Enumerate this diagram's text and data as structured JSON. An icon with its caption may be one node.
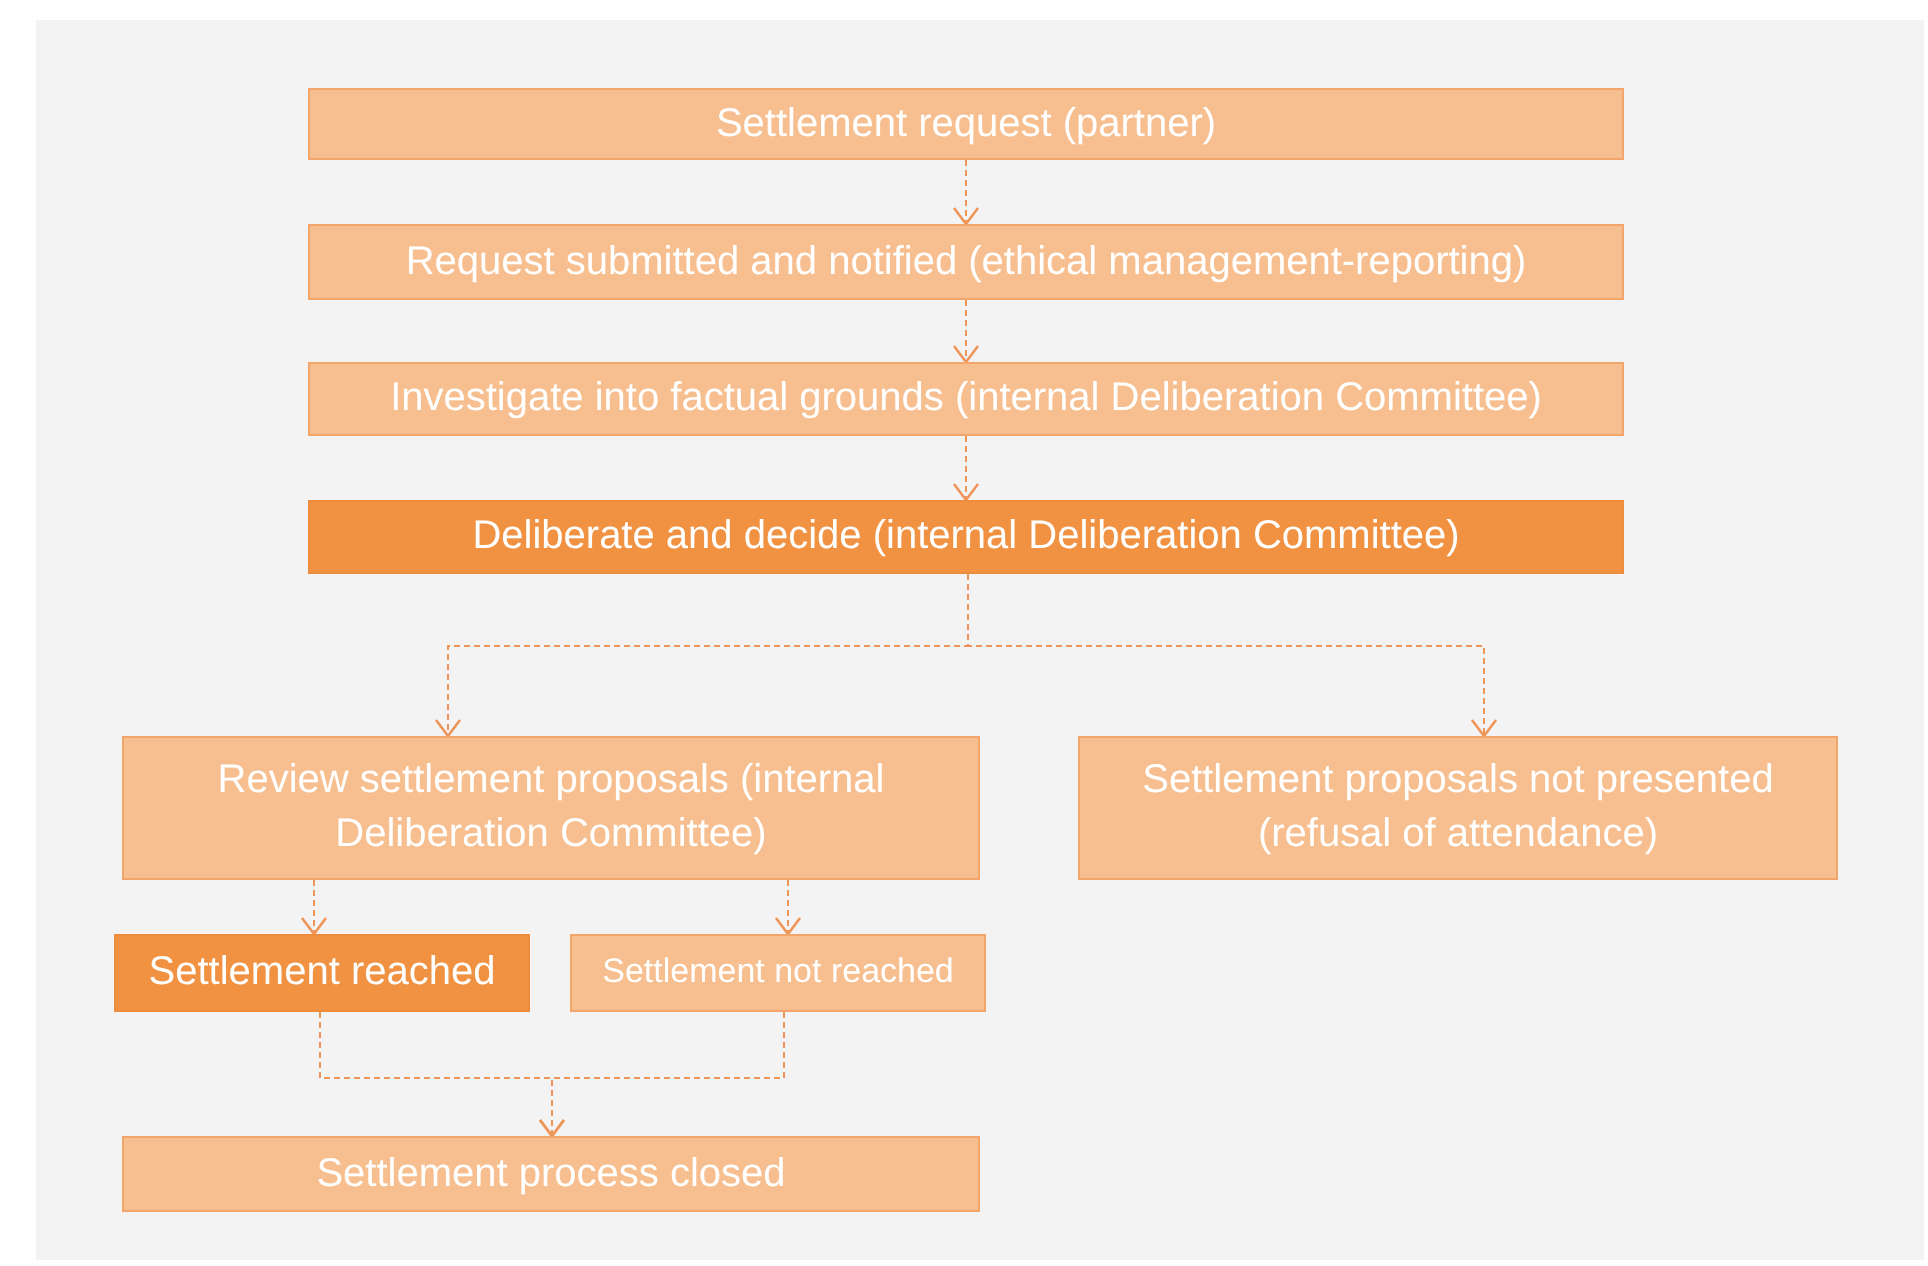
{
  "diagram": {
    "nodes": [
      {
        "text": [
          "Settlement request (partner)"
        ]
      },
      {
        "text": [
          "Request submitted and notified (ethical management-reporting)"
        ]
      },
      {
        "text": [
          "Investigate into factual grounds (internal Deliberation Committee)"
        ]
      },
      {
        "text": [
          "Deliberate and decide (internal Deliberation Committee)"
        ]
      },
      {
        "text": [
          "Review settlement proposals (internal Deliberation Committee)"
        ]
      },
      {
        "text": [
          "Settlement proposals not presented (refusal of attendance)"
        ]
      },
      {
        "text": [
          "Settlement reached"
        ]
      },
      {
        "text": [
          "Settlement not reached"
        ]
      },
      {
        "text": [
          "Settlement process closed"
        ]
      }
    ],
    "edges": [
      {
        "from": 0,
        "to": 1,
        "arrow": "to",
        "style": "dashed"
      },
      {
        "from": 1,
        "to": 2,
        "arrow": "to",
        "style": "dashed"
      },
      {
        "from": 2,
        "to": 3,
        "arrow": "to",
        "style": "dashed"
      },
      {
        "from": 3,
        "to": 4,
        "arrow": "to",
        "style": "dashed"
      },
      {
        "from": 3,
        "to": 5,
        "arrow": "to",
        "style": "dashed"
      },
      {
        "from": 4,
        "to": 6,
        "arrow": "to",
        "style": "dashed"
      },
      {
        "from": 4,
        "to": 7,
        "arrow": "to",
        "style": "dashed"
      },
      {
        "from": 6,
        "to": 8,
        "arrow": "to",
        "style": "dashed"
      },
      {
        "from": 7,
        "to": 8,
        "arrow": "to",
        "style": "dashed"
      }
    ]
  }
}
